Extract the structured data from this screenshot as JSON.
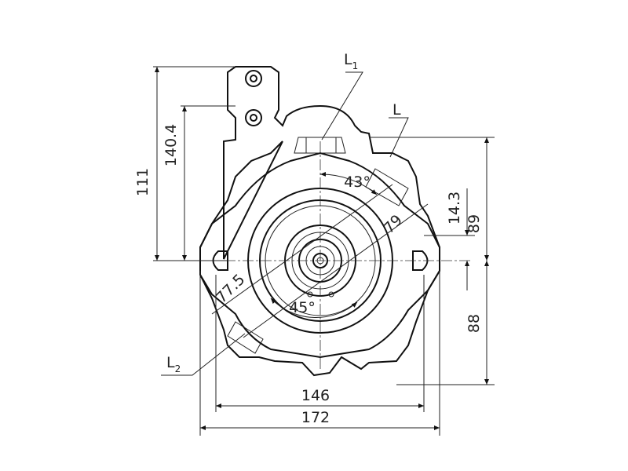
{
  "drawing": {
    "ports": {
      "L1": {
        "letter": "L",
        "sub": "1"
      },
      "L": {
        "letter": "L"
      },
      "L2": {
        "letter": "L",
        "sub": "2"
      }
    },
    "dimensions": {
      "height_top": "111",
      "height_port": "140.4",
      "right_upper": "89",
      "right_offset": "14.3",
      "right_lower": "88",
      "width_inner": "146",
      "width_outer": "172",
      "diag_upper": "79",
      "diag_lower": "77.5",
      "angle_upper": "43°",
      "angle_lower": "45°"
    },
    "colors": {
      "line": "#111111",
      "background": "#ffffff"
    }
  }
}
